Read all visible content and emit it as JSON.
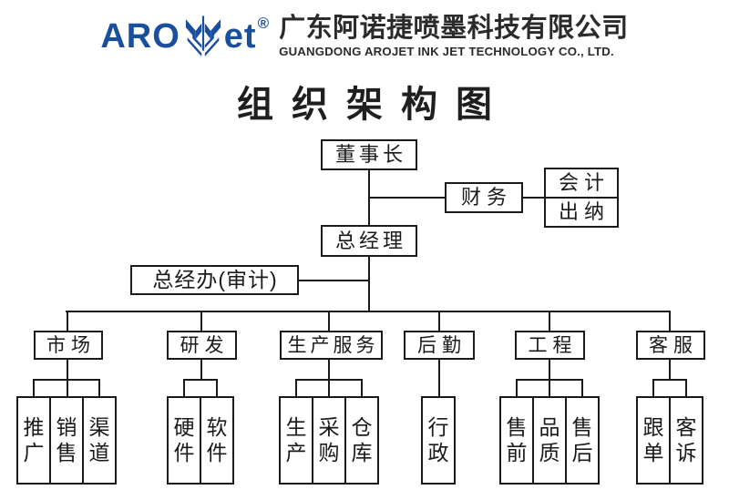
{
  "header": {
    "logo": {
      "aro": "ARO",
      "et": "et",
      "reg": "®"
    },
    "company_cn": "广东阿诺捷喷墨科技有限公司",
    "company_en": "GUANGDONG AROJET INK JET TECHNOLOGY CO., LTD."
  },
  "title": "组织架构图",
  "colors": {
    "brand_blue": "#1a4f9e",
    "ink": "#1a1a1a"
  },
  "chart_data": {
    "type": "org-chart",
    "root": "董事长",
    "nodes": {
      "chairman": "董事长",
      "finance": "财务",
      "finance_children": [
        "会计",
        "出纳"
      ],
      "general_manager": "总经理",
      "gm_office": "总经办(审计)",
      "departments": [
        {
          "name": "市场",
          "children": [
            "推广",
            "销售",
            "渠道"
          ]
        },
        {
          "name": "研发",
          "children": [
            "硬件",
            "软件"
          ]
        },
        {
          "name": "生产服务",
          "children": [
            "生产",
            "采购",
            "仓库"
          ]
        },
        {
          "name": "后勤",
          "children": [
            "行政"
          ]
        },
        {
          "name": "工程",
          "children": [
            "售前",
            "品质",
            "售后"
          ]
        },
        {
          "name": "客服",
          "children": [
            "跟单",
            "客诉"
          ]
        }
      ]
    }
  }
}
